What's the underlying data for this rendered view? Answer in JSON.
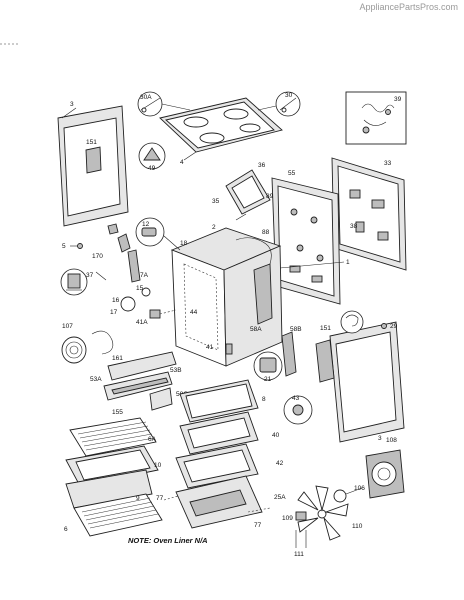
{
  "watermark": "AppliancePartsPros.com",
  "note": "NOTE: Oven Liner N/A",
  "labels": {
    "l3_top": "3",
    "l151_side": "151",
    "l30a": "30A",
    "l30": "30",
    "l39": "39",
    "l49": "49",
    "l4": "4",
    "l36": "36",
    "l35": "35",
    "l33": "33",
    "l55": "55",
    "l89": "89",
    "l88": "88",
    "l38": "38",
    "l12": "12",
    "l18": "18",
    "l2": "2",
    "l170": "170",
    "l5": "5",
    "l7a": "7A",
    "l37": "37",
    "l15": "15",
    "l16": "16",
    "l17": "17",
    "l41a": "41A",
    "l44": "44",
    "l1": "1",
    "l107": "107",
    "l161": "161",
    "l58a": "58A",
    "l58b": "58B",
    "l151_right": "151",
    "l29": "29",
    "l41": "41",
    "l21": "21",
    "l53b": "53B",
    "l53a": "53A",
    "l58g": "58G",
    "l155": "155",
    "l6a": "6A",
    "l10": "10",
    "l9": "9",
    "l6": "6",
    "l8": "8",
    "l40": "40",
    "l42": "42",
    "l43": "43",
    "l25a": "25A",
    "l77a": "77",
    "l77b": "77",
    "l3_right": "3",
    "l108": "108",
    "l109": "109",
    "l110": "110",
    "l106": "106",
    "l111": "111"
  }
}
